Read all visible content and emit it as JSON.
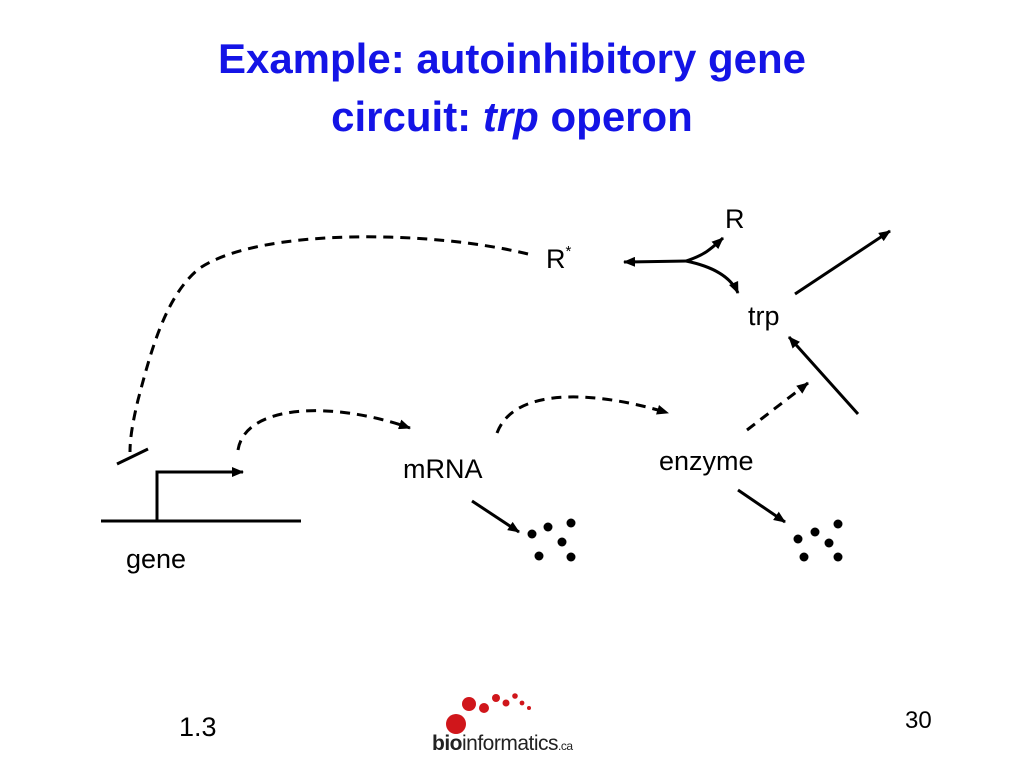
{
  "title": {
    "line1": "Example: autoinhibitory gene",
    "line2_prefix": "circuit: ",
    "line2_italic": "trp",
    "line2_suffix": " operon"
  },
  "diagram": {
    "nodes": {
      "r_star": "R",
      "r_star_sup": "*",
      "r": "R",
      "trp": "trp",
      "mrna": "mRNA",
      "enzyme": "enzyme",
      "gene": "gene"
    }
  },
  "footer": {
    "section": "1.3",
    "page": "30",
    "logo": {
      "bio": "bio",
      "informatics": "informatics",
      "ca": ".ca"
    }
  },
  "colors": {
    "title": "#1414e6",
    "logo_red": "#d0161b"
  }
}
